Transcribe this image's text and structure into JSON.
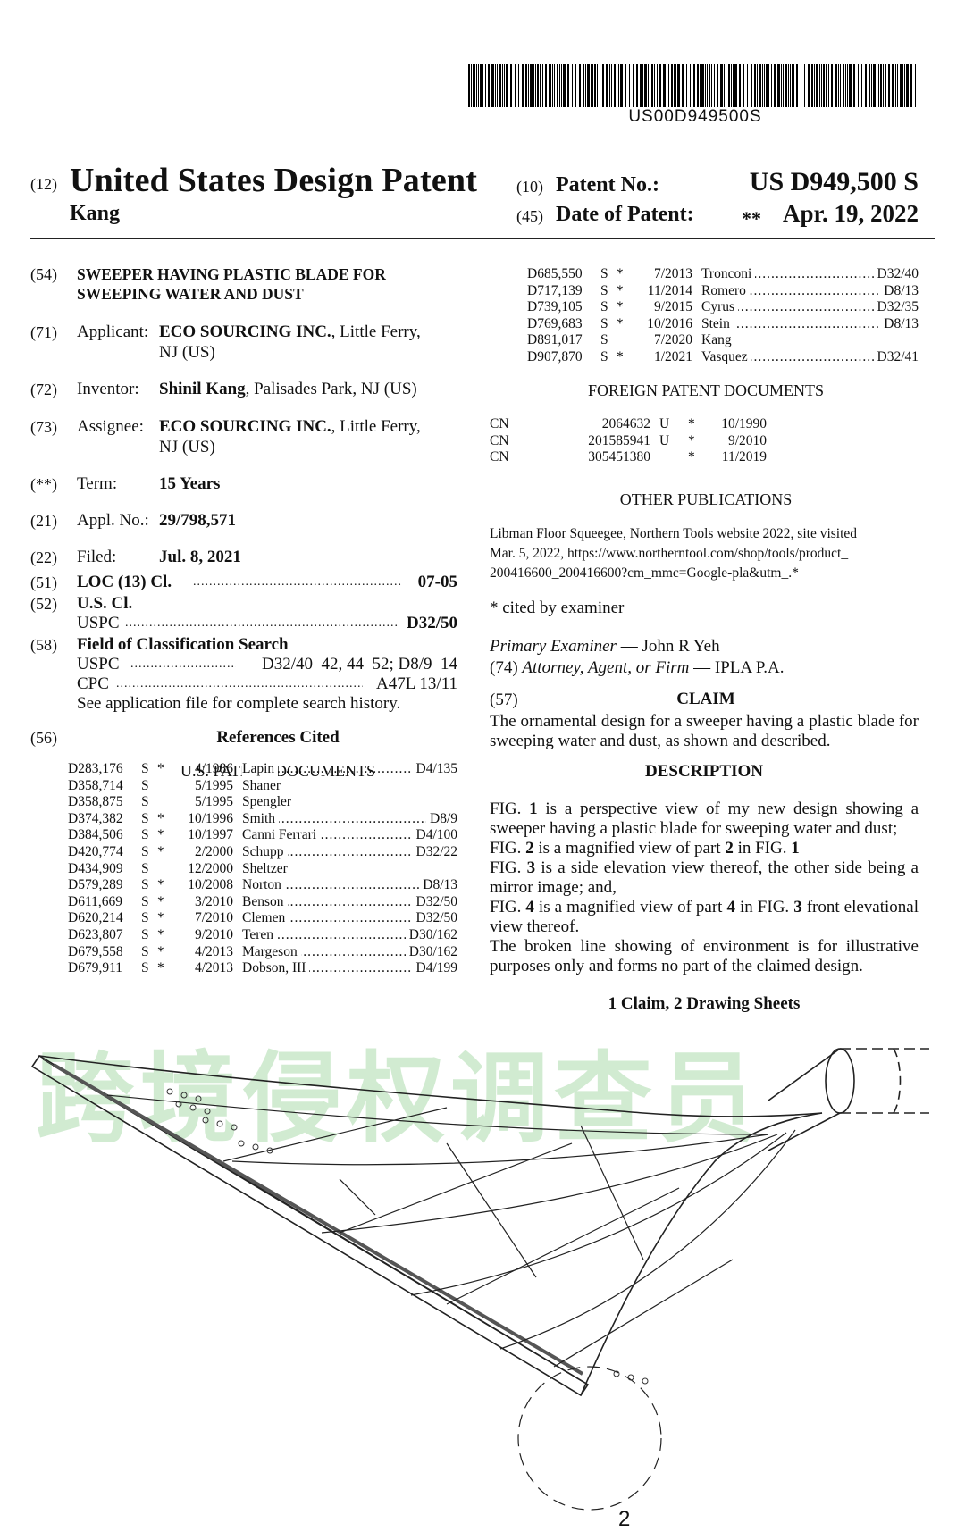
{
  "barcode": {
    "number": "US00D949500S"
  },
  "header": {
    "code_12": "(12)",
    "title": "United States Design Patent",
    "inventor_surname": "Kang",
    "code_10": "(10)",
    "patent_no_label": "Patent No.:",
    "patent_no": "US D949,500 S",
    "code_45": "(45)",
    "date_label": "Date of Patent:",
    "date_marker": "**",
    "date": "Apr. 19, 2022"
  },
  "left": {
    "f54": {
      "code": "(54)",
      "line1": "SWEEPER HAVING PLASTIC BLADE FOR",
      "line2": "SWEEPING WATER AND DUST"
    },
    "f71": {
      "code": "(71)",
      "label": "Applicant:",
      "name": "ECO SOURCING INC.",
      "rest": ", Little Ferry,",
      "line2": "NJ (US)"
    },
    "f72": {
      "code": "(72)",
      "label": "Inventor:",
      "name": "Shinil Kang",
      "rest": ", Palisades Park, NJ (US)"
    },
    "f73": {
      "code": "(73)",
      "label": "Assignee:",
      "name": "ECO SOURCING INC.",
      "rest": ", Little Ferry,",
      "line2": "NJ (US)"
    },
    "fterm": {
      "code": "(**)",
      "label": "Term:",
      "value": "15 Years"
    },
    "f21": {
      "code": "(21)",
      "label": "Appl. No.:",
      "value": "29/798,571"
    },
    "f22": {
      "code": "(22)",
      "label": "Filed:",
      "value": "Jul. 8, 2021"
    },
    "f51": {
      "code": "(51)",
      "label": "LOC (13) Cl.",
      "value": "07-05"
    },
    "f52": {
      "code": "(52)",
      "label": "U.S. Cl.",
      "sub": "USPC",
      "value": "D32/50"
    },
    "f58": {
      "code": "(58)",
      "label": "Field of Classification Search",
      "uspc_label": "USPC",
      "uspc_value": "D32/40–42, 44–52; D8/9–14",
      "cpc_label": "CPC",
      "cpc_value": "A47L 13/11",
      "note": "See application file for complete search history."
    },
    "f56": {
      "code": "(56)",
      "label": "References Cited"
    },
    "us_docs_title": "U.S. PATENT DOCUMENTS",
    "us_docs": [
      {
        "num": "D283,176",
        "s": "S",
        "star": "*",
        "date": "4/1986",
        "name": "Lapin",
        "cls": "D4/135"
      },
      {
        "num": "D358,714",
        "s": "S",
        "star": "",
        "date": "5/1995",
        "name": "Shaner",
        "cls": ""
      },
      {
        "num": "D358,875",
        "s": "S",
        "star": "",
        "date": "5/1995",
        "name": "Spengler",
        "cls": ""
      },
      {
        "num": "D374,382",
        "s": "S",
        "star": "*",
        "date": "10/1996",
        "name": "Smith",
        "cls": "D8/9"
      },
      {
        "num": "D384,506",
        "s": "S",
        "star": "*",
        "date": "10/1997",
        "name": "Canni Ferrari",
        "cls": "D4/100"
      },
      {
        "num": "D420,774",
        "s": "S",
        "star": "*",
        "date": "2/2000",
        "name": "Schupp",
        "cls": "D32/22"
      },
      {
        "num": "D434,909",
        "s": "S",
        "star": "",
        "date": "12/2000",
        "name": "Sheltzer",
        "cls": ""
      },
      {
        "num": "D579,289",
        "s": "S",
        "star": "*",
        "date": "10/2008",
        "name": "Norton",
        "cls": "D8/13"
      },
      {
        "num": "D611,669",
        "s": "S",
        "star": "*",
        "date": "3/2010",
        "name": "Benson",
        "cls": "D32/50"
      },
      {
        "num": "D620,214",
        "s": "S",
        "star": "*",
        "date": "7/2010",
        "name": "Clemen",
        "cls": "D32/50"
      },
      {
        "num": "D623,807",
        "s": "S",
        "star": "*",
        "date": "9/2010",
        "name": "Teren",
        "cls": "D30/162"
      },
      {
        "num": "D679,558",
        "s": "S",
        "star": "*",
        "date": "4/2013",
        "name": "Margeson",
        "cls": "D30/162"
      },
      {
        "num": "D679,911",
        "s": "S",
        "star": "*",
        "date": "4/2013",
        "name": "Dobson, III",
        "cls": "D4/199"
      }
    ]
  },
  "right": {
    "us_docs_cont": [
      {
        "num": "D685,550",
        "s": "S",
        "star": "*",
        "date": "7/2013",
        "name": "Tronconi",
        "cls": "D32/40"
      },
      {
        "num": "D717,139",
        "s": "S",
        "star": "*",
        "date": "11/2014",
        "name": "Romero",
        "cls": "D8/13"
      },
      {
        "num": "D739,105",
        "s": "S",
        "star": "*",
        "date": "9/2015",
        "name": "Cyrus",
        "cls": "D32/35"
      },
      {
        "num": "D769,683",
        "s": "S",
        "star": "*",
        "date": "10/2016",
        "name": "Stein",
        "cls": "D8/13"
      },
      {
        "num": "D891,017",
        "s": "S",
        "star": "",
        "date": "7/2020",
        "name": "Kang",
        "cls": ""
      },
      {
        "num": "D907,870",
        "s": "S",
        "star": "*",
        "date": "1/2021",
        "name": "Vasquez",
        "cls": "D32/41"
      }
    ],
    "foreign_title": "FOREIGN PATENT DOCUMENTS",
    "foreign_docs": [
      {
        "country": "CN",
        "num": "2064632",
        "kind": "U",
        "star": "*",
        "date": "10/1990"
      },
      {
        "country": "CN",
        "num": "201585941",
        "kind": "U",
        "star": "*",
        "date": "9/2010"
      },
      {
        "country": "CN",
        "num": "305451380",
        "kind": "",
        "star": "*",
        "date": "11/2019"
      }
    ],
    "other_title": "OTHER PUBLICATIONS",
    "other_pub_l1": "Libman Floor Squeegee, Northern Tools website 2022, site visited",
    "other_pub_l2": "Mar. 5, 2022, https://www.northerntool.com/shop/tools/product_",
    "other_pub_l3": "200416600_200416600?cm_mmc=Google-pla&utm_.*",
    "cited_by": "* cited by examiner",
    "examiner_label": "Primary Examiner",
    "examiner_name": "— John R Yeh",
    "attorney_code": "(74)",
    "attorney_label": "Attorney, Agent, or Firm",
    "attorney_name": "— IPLA P.A.",
    "claim_code": "(57)",
    "claim_title": "CLAIM",
    "claim_text": "The ornamental design for a sweeper having a plastic blade for sweeping water and dust, as shown and described.",
    "description_title": "DESCRIPTION",
    "desc": {
      "fig": "FIG.",
      "n1": "1",
      "d1": " is a perspective view of my new design showing a sweeper having a plastic blade for sweeping water and dust;",
      "n2": "2",
      "d2a": " is a magnified view of part ",
      "d2b": " in FIG. ",
      "n3": "3",
      "d3": " is a side elevation view thereof, the other side being a mirror image; and,",
      "n4": "4",
      "d4a": " is a magnified view of part ",
      "d4b": " in FIG. ",
      "d4c": " front elevational view thereof.",
      "broken_line": "The broken line showing of environment is for illustrative purposes only and forms no part of the claimed design."
    },
    "sheets": "1 Claim, 2 Drawing Sheets"
  },
  "watermark": "跨境侵权调查员",
  "drawing": {
    "callout": "2"
  }
}
